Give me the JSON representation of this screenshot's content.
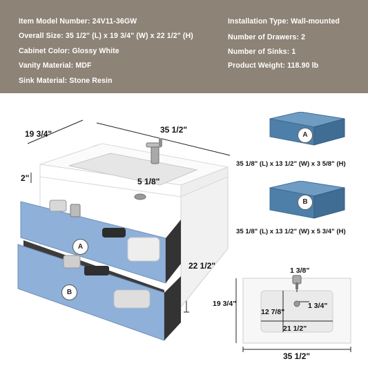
{
  "specs": {
    "left": [
      "Item Model Number: 24V11-36GW",
      "Overall Size: 35 1/2\" (L) x 19 3/4\" (W) x 22 1/2\" (H)",
      "Cabinet Color: Glossy White",
      "Vanity Material: MDF",
      "Sink Material: Stone Resin"
    ],
    "right": [
      "Installation Type: Wall-mounted",
      "Number of Drawers: 2",
      "Number of Sinks: 1",
      "Product Weight: 118.90 lb"
    ]
  },
  "main_dimensions": {
    "depth": "19 3/4\"",
    "width": "35 1/2\"",
    "top_thickness": "2\"",
    "basin_depth": "5 1/8\"",
    "height": "22 1/2\""
  },
  "drawer_labels": {
    "a": "A",
    "b": "B"
  },
  "drawers": {
    "a": {
      "label": "A",
      "dimensions": "35 1/8\" (L) x 13 1/2\" (W) x 3 5/8\" (H)"
    },
    "b": {
      "label": "B",
      "dimensions": "35 1/8\" (L) x 13 1/2\" (W) x 5 3/4\" (H)"
    }
  },
  "top_view": {
    "faucet_offset": "1 3/8\"",
    "hole_to_basin": "1 3/4\"",
    "basin_height": "12 7/8\"",
    "basin_width": "21 1/2\"",
    "depth": "19 3/4\"",
    "width": "35 1/2\""
  },
  "colors": {
    "header_bg": "#8d8376",
    "drawer_blue": "#8fb0d8",
    "box_blue": "#4d7fa8",
    "cabinet_white": "#ffffff"
  }
}
